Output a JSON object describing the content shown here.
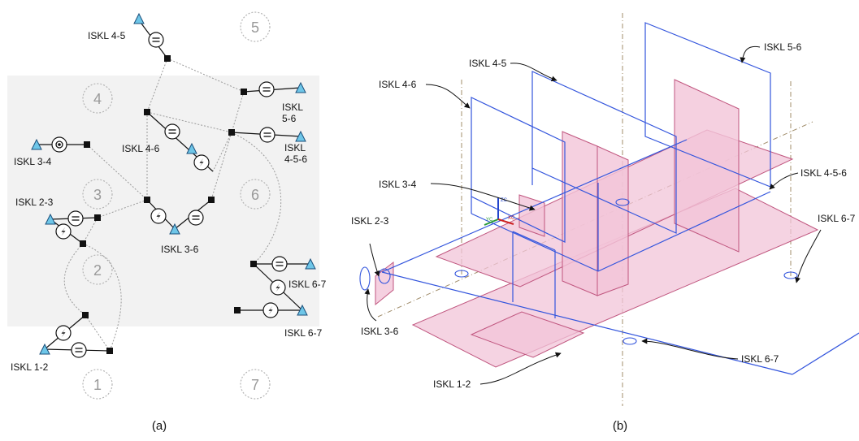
{
  "panel_a": {
    "caption": "(a)",
    "zones": [
      "1",
      "2",
      "3",
      "4",
      "5",
      "6",
      "7"
    ],
    "labels": {
      "isk_4_5": "ISKL 4-5",
      "isk_4_6": "ISKL 4-6",
      "isk_3_4": "ISKL 3-4",
      "isk_2_3": "ISKL 2-3",
      "isk_3_6": "ISKL 3-6",
      "isk_1_2": "ISKL 1-2",
      "isk_5_6_line1": "ISKL",
      "isk_5_6_line2": "5-6",
      "isk_4_5_6_line1": "ISKL",
      "isk_4_5_6_line2": "4-5-6",
      "isk_6_7_upper": "ISKL 6-7",
      "isk_6_7_lower": "ISKL 6-7"
    }
  },
  "panel_b": {
    "caption": "(b)",
    "labels": {
      "isk_4_5": "ISKL 4-5",
      "isk_5_6": "ISKL 5-6",
      "isk_4_6": "ISKL 4-6",
      "isk_3_4": "ISKL 3-4",
      "isk_4_5_6": "ISKL 4-5-6",
      "isk_2_3": "ISKL 2-3",
      "isk_6_7_right": "ISKL 6-7",
      "isk_3_6": "ISKL 3-6",
      "isk_6_7_bottom": "ISKL 6-7",
      "isk_1_2": "ISKL 1-2"
    },
    "axis_labels": {
      "z": "ZC",
      "x": "XC",
      "y": "YC"
    }
  },
  "colors": {
    "region_fill": "#f2f2f2",
    "zone_circle": "#b5b5b5",
    "node": "#111111",
    "triangle": "#6ec6e8",
    "blue_frame": "#3355dd",
    "pink_fill": "#f2c4d8",
    "pink_stroke": "#c0567f",
    "dashdot": "#a08c6a"
  }
}
